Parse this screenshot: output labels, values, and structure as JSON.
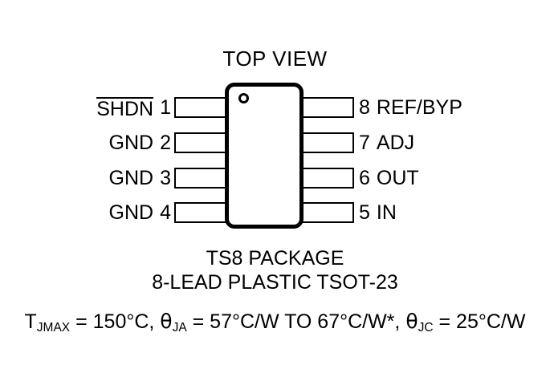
{
  "figure": {
    "title": "TOP VIEW",
    "package_name": "TS8 PACKAGE",
    "package_description": "8-LEAD PLASTIC TSOT-23",
    "pin1_indicator": "pin-1-dot"
  },
  "pins": {
    "left": [
      {
        "number": "1",
        "name": "SHDN",
        "active_low": true
      },
      {
        "number": "2",
        "name": "GND",
        "active_low": false
      },
      {
        "number": "3",
        "name": "GND",
        "active_low": false
      },
      {
        "number": "4",
        "name": "GND",
        "active_low": false
      }
    ],
    "right": [
      {
        "number": "8",
        "name": "REF/BYP"
      },
      {
        "number": "7",
        "name": "ADJ"
      },
      {
        "number": "6",
        "name": "OUT"
      },
      {
        "number": "5",
        "name": "IN"
      }
    ]
  },
  "thermal": {
    "tjmax_symbol": "T",
    "tjmax_subscript": "JMAX",
    "tjmax_value": " = 150°C, ",
    "theta_ja_symbol": "θ",
    "theta_ja_subscript": "JA",
    "theta_ja_value": " = 57°C/W TO 67°C/W*, ",
    "theta_jc_symbol": "θ",
    "theta_jc_subscript": "JC",
    "theta_jc_value": " = 25°C/W",
    "full_text": "TJMAX = 150°C, θJA = 57°C/W TO 67°C/W*, θJC = 25°C/W"
  },
  "colors": {
    "ink": "#000000",
    "background": "#ffffff"
  }
}
